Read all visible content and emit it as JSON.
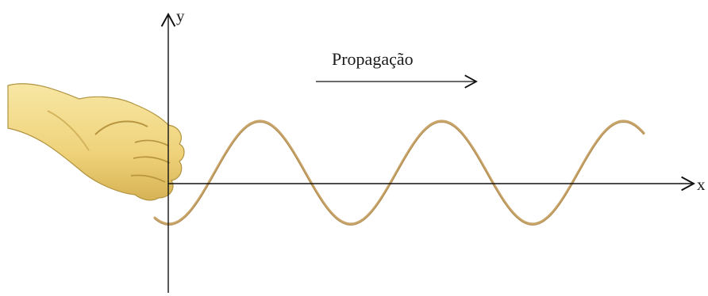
{
  "diagram": {
    "axis_y_label": "y",
    "axis_x_label": "x",
    "propagation_label": "Propagação",
    "colors": {
      "axis": "#111111",
      "rope": "#c9a46a",
      "rope_shadow": "#8a6a3a",
      "hand": "#f2dc8a",
      "hand_shade": "#c9a94a",
      "hand_outline": "#a88a3a"
    },
    "wave": {
      "cycles_shown": 2.5,
      "direction": "right"
    },
    "icons": [
      "hand-icon"
    ]
  }
}
